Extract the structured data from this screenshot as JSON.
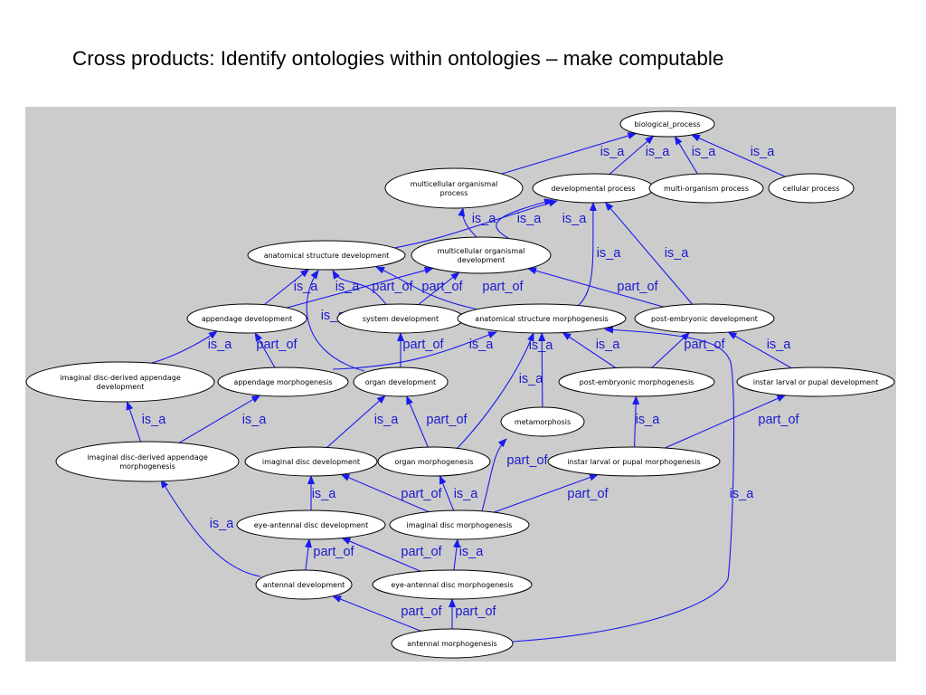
{
  "title": "Cross products: Identify ontologies within ontologies – make computable",
  "colors": {
    "panel": "#cccccc",
    "edge": "#1a1aee",
    "edge_label": "#1a1ad0",
    "node_fill": "#ffffff"
  },
  "nodes": [
    {
      "id": "bp",
      "lines": [
        "biological_process"
      ]
    },
    {
      "id": "mop",
      "lines": [
        "multicellular organismal",
        "process"
      ]
    },
    {
      "id": "dp",
      "lines": [
        "developmental process"
      ]
    },
    {
      "id": "mp",
      "lines": [
        "multi-organism process"
      ]
    },
    {
      "id": "cp",
      "lines": [
        "cellular process"
      ]
    },
    {
      "id": "asd",
      "lines": [
        "anatomical structure development"
      ]
    },
    {
      "id": "mod",
      "lines": [
        "multicellular organismal",
        "development"
      ]
    },
    {
      "id": "ad",
      "lines": [
        "appendage development"
      ]
    },
    {
      "id": "sd",
      "lines": [
        "system development"
      ]
    },
    {
      "id": "asm",
      "lines": [
        "anatomical structure morphogenesis"
      ]
    },
    {
      "id": "ped",
      "lines": [
        "post-embryonic development"
      ]
    },
    {
      "id": "idad",
      "lines": [
        "imaginal disc-derived appendage",
        "development"
      ]
    },
    {
      "id": "am",
      "lines": [
        "appendage morphogenesis"
      ]
    },
    {
      "id": "od",
      "lines": [
        "organ development"
      ]
    },
    {
      "id": "pem",
      "lines": [
        "post-embryonic morphogenesis"
      ]
    },
    {
      "id": "ilpd",
      "lines": [
        "instar larval or pupal development"
      ]
    },
    {
      "id": "meta",
      "lines": [
        "metamorphosis"
      ]
    },
    {
      "id": "idam",
      "lines": [
        "imaginal disc-derived appendage",
        "morphogenesis"
      ]
    },
    {
      "id": "idd",
      "lines": [
        "imaginal disc development"
      ]
    },
    {
      "id": "om",
      "lines": [
        "organ morphogenesis"
      ]
    },
    {
      "id": "ilpm",
      "lines": [
        "instar larval or pupal morphogenesis"
      ]
    },
    {
      "id": "eadd",
      "lines": [
        "eye-antennal disc development"
      ]
    },
    {
      "id": "idm",
      "lines": [
        "imaginal disc morphogenesis"
      ]
    },
    {
      "id": "antd",
      "lines": [
        "antennal development"
      ]
    },
    {
      "id": "eadm",
      "lines": [
        "eye-antennal disc morphogenesis"
      ]
    },
    {
      "id": "antm",
      "lines": [
        "antennal morphogenesis"
      ]
    }
  ],
  "edges": [
    {
      "from": "mop",
      "to": "bp",
      "label": "is_a"
    },
    {
      "from": "dp",
      "to": "bp",
      "label": "is_a"
    },
    {
      "from": "mp",
      "to": "bp",
      "label": "is_a"
    },
    {
      "from": "cp",
      "to": "bp",
      "label": "is_a"
    },
    {
      "from": "mod",
      "to": "mop",
      "label": "is_a"
    },
    {
      "from": "mod",
      "to": "dp",
      "label": "is_a"
    },
    {
      "from": "asd",
      "to": "dp",
      "label": "is_a"
    },
    {
      "from": "asm",
      "to": "dp",
      "label": "is_a"
    },
    {
      "from": "ped",
      "to": "dp",
      "label": "is_a"
    },
    {
      "from": "ad",
      "to": "asd",
      "label": "is_a"
    },
    {
      "from": "sd",
      "to": "asd",
      "label": "is_a"
    },
    {
      "from": "od",
      "to": "asd",
      "label": "is_a"
    },
    {
      "from": "asm",
      "to": "asd",
      "label": "part_of"
    },
    {
      "from": "ad",
      "to": "mod",
      "label": "part_of"
    },
    {
      "from": "sd",
      "to": "mod",
      "label": "part_of"
    },
    {
      "from": "ped",
      "to": "mod",
      "label": "part_of"
    },
    {
      "from": "idad",
      "to": "ad",
      "label": "is_a"
    },
    {
      "from": "am",
      "to": "ad",
      "label": "part_of"
    },
    {
      "from": "od",
      "to": "sd",
      "label": "part_of"
    },
    {
      "from": "am",
      "to": "asm",
      "label": "is_a"
    },
    {
      "from": "pem",
      "to": "asm",
      "label": "is_a"
    },
    {
      "from": "meta",
      "to": "asm",
      "label": "is_a"
    },
    {
      "from": "pem",
      "to": "ped",
      "label": "part_of"
    },
    {
      "from": "ilpd",
      "to": "ped",
      "label": "is_a"
    },
    {
      "from": "idam",
      "to": "idad",
      "label": "is_a"
    },
    {
      "from": "idam",
      "to": "am",
      "label": "is_a"
    },
    {
      "from": "idd",
      "to": "od",
      "label": "is_a"
    },
    {
      "from": "om",
      "to": "od",
      "label": "part_of"
    },
    {
      "from": "ilpm",
      "to": "pem",
      "label": "is_a"
    },
    {
      "from": "ilpm",
      "to": "ilpd",
      "label": "part_of"
    },
    {
      "from": "idm",
      "to": "meta",
      "label": "part_of"
    },
    {
      "from": "eadd",
      "to": "idd",
      "label": "is_a"
    },
    {
      "from": "idm",
      "to": "idd",
      "label": "part_of"
    },
    {
      "from": "idm",
      "to": "om",
      "label": "is_a"
    },
    {
      "from": "idm",
      "to": "ilpm",
      "label": "part_of"
    },
    {
      "from": "antd",
      "to": "idam",
      "label": "is_a"
    },
    {
      "from": "antd",
      "to": "eadd",
      "label": "part_of"
    },
    {
      "from": "eadm",
      "to": "eadd",
      "label": "part_of"
    },
    {
      "from": "eadm",
      "to": "idm",
      "label": "is_a"
    },
    {
      "from": "antm",
      "to": "antd",
      "label": "part_of"
    },
    {
      "from": "antm",
      "to": "eadm",
      "label": "part_of"
    },
    {
      "from": "antm",
      "to": "asm",
      "label": "is_a"
    },
    {
      "from": "om",
      "to": "asm",
      "label": "is_a"
    }
  ]
}
